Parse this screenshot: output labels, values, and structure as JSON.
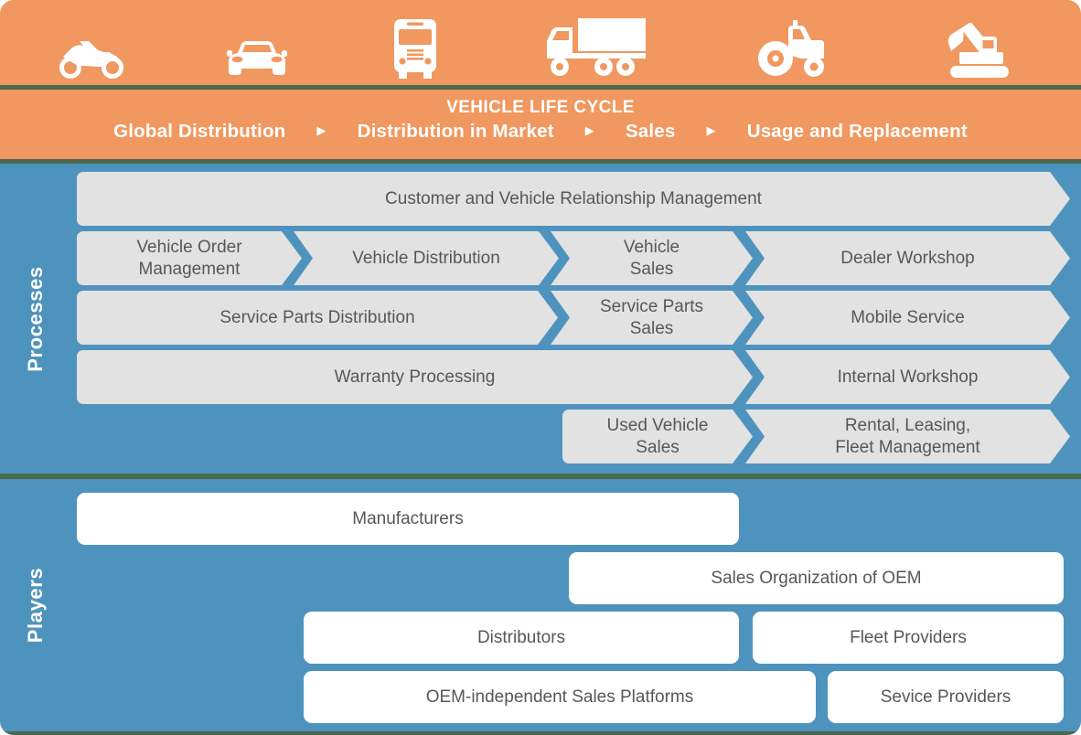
{
  "vehicle_icons": [
    {
      "name": "motorcycle"
    },
    {
      "name": "car"
    },
    {
      "name": "bus"
    },
    {
      "name": "truck"
    },
    {
      "name": "tractor"
    },
    {
      "name": "excavator"
    }
  ],
  "lifecycle": {
    "title": "VEHICLE LIFE CYCLE",
    "phases": [
      "Global Distribution",
      "Distribution in Market",
      "Sales",
      "Usage and Replacement"
    ],
    "arrow_icon": "▶"
  },
  "processes": {
    "section_label": "Processes",
    "rows": [
      {
        "segments": [
          {
            "label": "Customer and Vehicle Relationship Management"
          }
        ]
      },
      {
        "segments": [
          {
            "label": "Vehicle Order Management"
          },
          {
            "label": "Vehicle Distribution"
          },
          {
            "label": "Vehicle Sales"
          },
          {
            "label": "Dealer Workshop"
          }
        ]
      },
      {
        "segments": [
          {
            "label": "Service Parts Distribution"
          },
          {
            "label": "Service Parts Sales"
          },
          {
            "label": "Mobile Service"
          }
        ]
      },
      {
        "segments": [
          {
            "label": "Warranty Processing"
          },
          {
            "label": "Internal Workshop"
          }
        ]
      },
      {
        "segments": [
          {
            "label": "Used Vehicle Sales"
          },
          {
            "label": "Rental, Leasing, Fleet Management"
          }
        ]
      }
    ]
  },
  "players": {
    "section_label": "Players",
    "rows": [
      {
        "boxes": [
          {
            "label": "Manufacturers"
          }
        ]
      },
      {
        "boxes": [
          {
            "label": "Sales Organization of OEM"
          }
        ]
      },
      {
        "boxes": [
          {
            "label": "Distributors"
          },
          {
            "label": "Fleet Providers"
          }
        ]
      },
      {
        "boxes": [
          {
            "label": "OEM-independent Sales Platforms"
          },
          {
            "label": "Sevice Providers"
          }
        ]
      }
    ]
  },
  "colors": {
    "orange": "#F0985F",
    "green": "#4A694D",
    "blue": "#4E93BD",
    "bar_gray": "#E2E2E3",
    "text_dark": "#57575A",
    "box_white": "#FFFFFF"
  }
}
